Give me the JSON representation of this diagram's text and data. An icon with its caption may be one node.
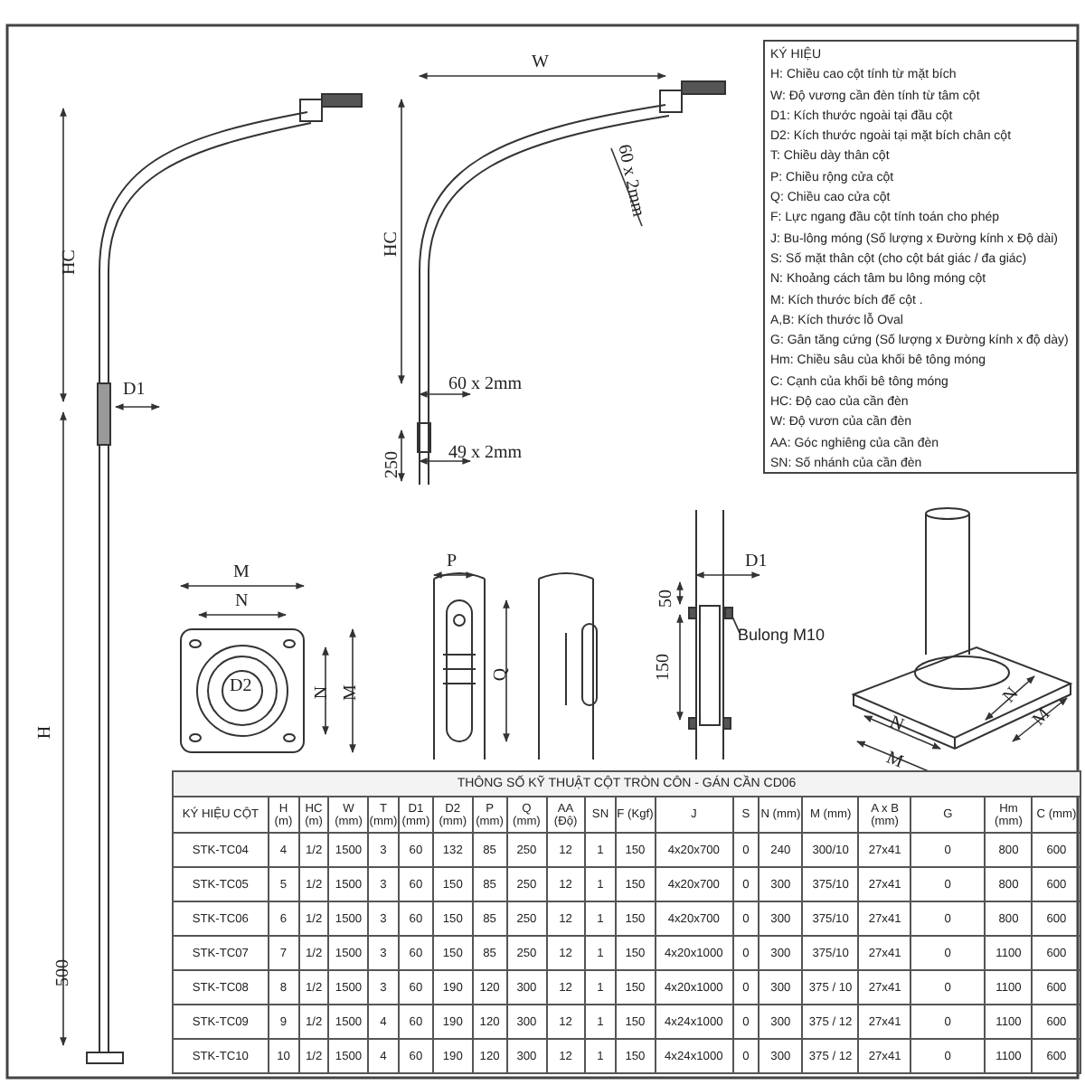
{
  "diagram": {
    "nodes": [
      {
        "text": [
          "Bulong M10"
        ]
      },
      {
        "text": [],
        "shape": "box"
      }
    ],
    "edges": [
      {
        "from": 0,
        "to": 1,
        "arrow": "none"
      }
    ],
    "labels": [
      "KÝ HIỆU",
      "H: Chiều cao cột tính từ mặt bích",
      "W: Độ vương cần đèn tính từ tâm cột",
      "D1: Kích thước ngoài tại đầu cột",
      "D2: Kích thước ngoài tại mặt bích chân cột",
      "T: Chiều dày thân cột",
      "P: Chiều rộng cửa cột",
      "Q: Chiều cao cửa cột",
      "F: Lực ngang đầu cột tính toán cho phép",
      "J: Bu-lông móng (Số lượng x Đường kính x Độ dài)",
      "S: Số mặt thân cột (cho cột bát giác / đa giác)",
      "N: Khoảng cách tâm bu lông móng cột",
      "M: Kích thước bích đế cột .",
      "A,B: Kích thước lỗ Oval",
      "G: Gân tăng cứng (Số lượng x Đường kính x độ dày)",
      "Hm: Chiều sâu của khối bê tông móng",
      "C: Cạnh của khối bê tông móng",
      "HC: Độ cao của cần đèn",
      "W: Độ vươn của cần đèn",
      "AA: Góc nghiêng của cần đèn",
      "SN: Số nhánh của cần đèn",
      "HC",
      "D1",
      "H",
      "500",
      "W",
      "HC",
      "60 x 2mm",
      "60 x 2mm",
      "250",
      "49 x 2mm",
      "M",
      "N",
      "D2",
      "N",
      "M",
      "P",
      "Q",
      "D1",
      "50",
      "150",
      "N",
      "M",
      "N",
      "M",
      "THÔNG SỐ KỸ THUẬT CỘT TRÒN CÔN - GÁN CẦN CD06",
      "KÝ HIỆU CỘT",
      "H (m)",
      "HC (m)",
      "W (mm)",
      "T (mm)",
      "D1 (mm)",
      "D2 (mm)",
      "P (mm)",
      "Q (mm)",
      "AA (Độ)",
      "SN",
      "F (Kgf)",
      "J",
      "S",
      "N (mm)",
      "M (mm)",
      "A x B (mm)",
      "G",
      "Hm (mm)",
      "C (mm)",
      "STK-TC04",
      "4",
      "1/2",
      "1500",
      "3",
      "60",
      "132",
      "85",
      "250",
      "12",
      "1",
      "150",
      "4x20x700",
      "0",
      "240",
      "300/10",
      "27x41",
      "0",
      "800",
      "600",
      "STK-TC05",
      "5",
      "1/2",
      "1500",
      "3",
      "60",
      "150",
      "85",
      "250",
      "12",
      "1",
      "150",
      "4x20x700",
      "0",
      "300",
      "375/10",
      "27x41",
      "0",
      "800",
      "600",
      "STK-TC06",
      "6",
      "1/2",
      "1500",
      "3",
      "60",
      "150",
      "85",
      "250",
      "12",
      "1",
      "150",
      "4x20x700",
      "0",
      "300",
      "375/10",
      "27x41",
      "0",
      "800",
      "600",
      "STK-TC07",
      "7",
      "1/2",
      "1500",
      "3",
      "60",
      "150",
      "85",
      "250",
      "12",
      "1",
      "150",
      "4x20x1000",
      "0",
      "300",
      "375/10",
      "27x41",
      "0",
      "1100",
      "600",
      "STK-TC08",
      "8",
      "1/2",
      "1500",
      "3",
      "60",
      "190",
      "120",
      "300",
      "12",
      "1",
      "150",
      "4x20x1000",
      "0",
      "300",
      "375 / 10",
      "27x41",
      "0",
      "1100",
      "600",
      "STK-TC09",
      "9",
      "1/2",
      "1500",
      "4",
      "60",
      "190",
      "120",
      "300",
      "12",
      "1",
      "150",
      "4x24x1000",
      "0",
      "300",
      "375 / 12",
      "27x41",
      "0",
      "1100",
      "600",
      "STK-TC10",
      "10",
      "1/2",
      "1500",
      "4",
      "60",
      "190",
      "120",
      "300",
      "12",
      "1",
      "150",
      "4x24x1000",
      "0",
      "300",
      "375 / 12",
      "27x41",
      "0",
      "1100",
      "600"
    ]
  }
}
